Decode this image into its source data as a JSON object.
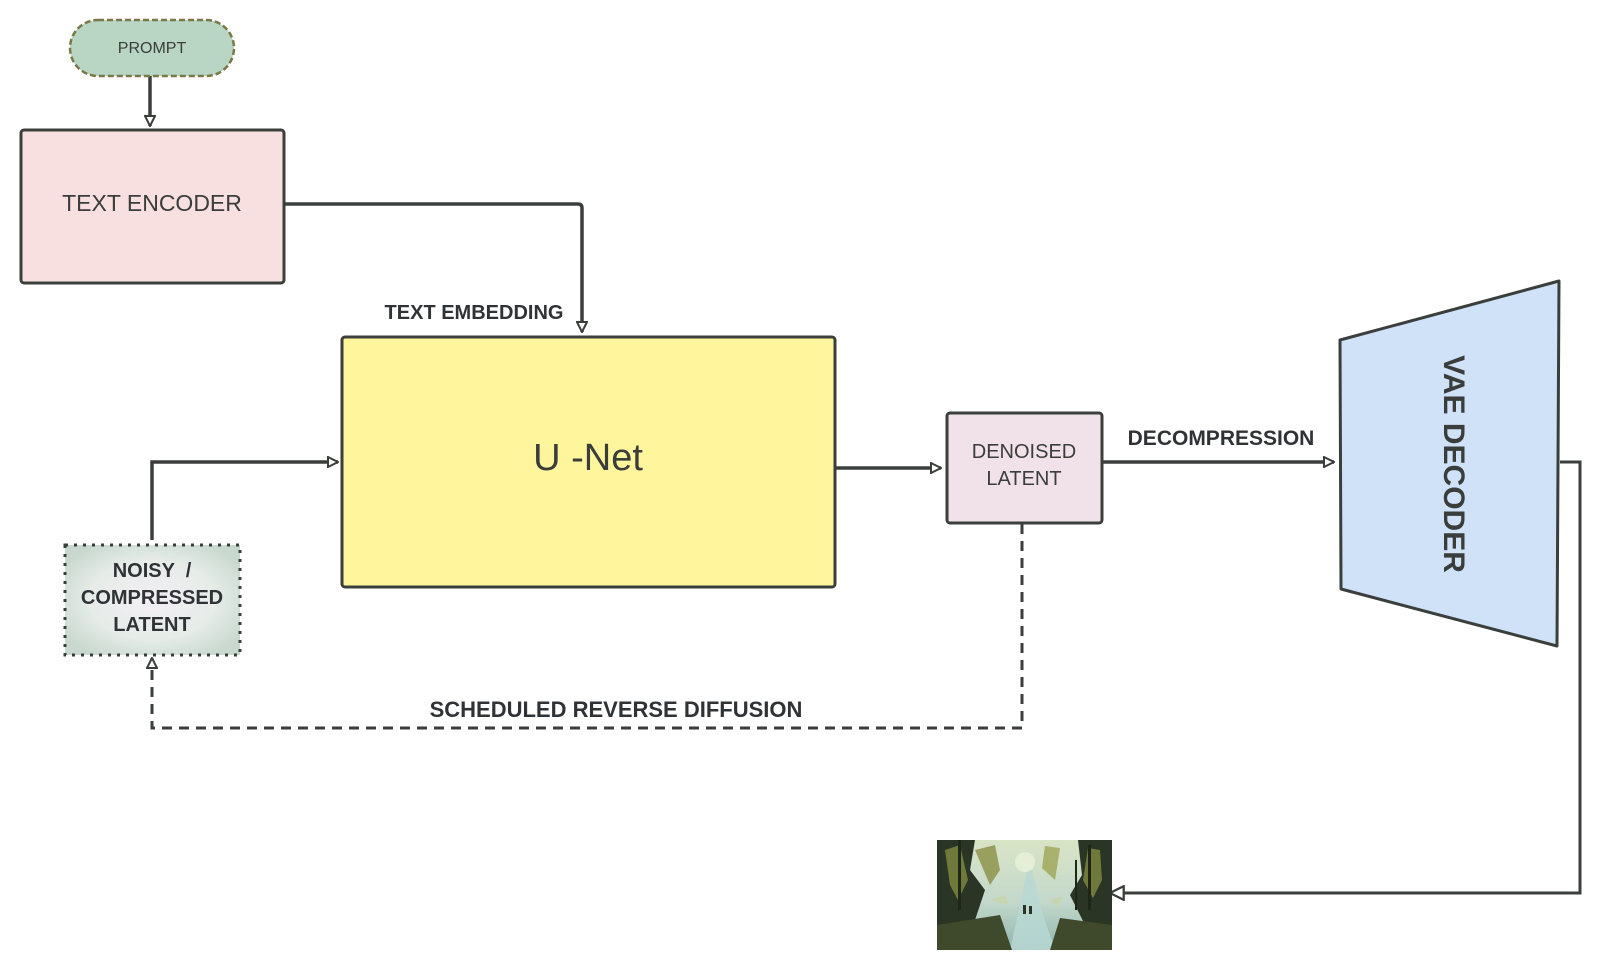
{
  "nodes": {
    "prompt": {
      "label": "PROMPT",
      "fill": "#b9d6c4"
    },
    "text_encoder": {
      "label": "TEXT ENCODER",
      "fill": "#f9e0e0"
    },
    "unet": {
      "label": "U -Net",
      "fill": "#fff59d"
    },
    "denoised_latent": {
      "line1": "DENOISED",
      "line2": "LATENT",
      "fill": "#f1e2ea"
    },
    "noisy_latent": {
      "line1": "NOISY  /",
      "line2": "COMPRESSED",
      "line3": "LATENT",
      "fill": "#e4ece9"
    },
    "vae_decoder": {
      "label": "VAE DECODER",
      "fill": "#cfe2f8"
    }
  },
  "edges": {
    "text_embedding": "TEXT EMBEDDING",
    "decompression": "DECOMPRESSION",
    "scheduled_reverse_diffusion": "SCHEDULED REVERSE DIFFUSION"
  },
  "colors": {
    "stroke": "#3a3f3c",
    "forest_dark": "#2b3526",
    "forest_mid": "#6f7a3a",
    "forest_light": "#c8d4a8",
    "forest_path": "#b8d8d4"
  },
  "output_image": {
    "icon": "forest-path-image"
  }
}
